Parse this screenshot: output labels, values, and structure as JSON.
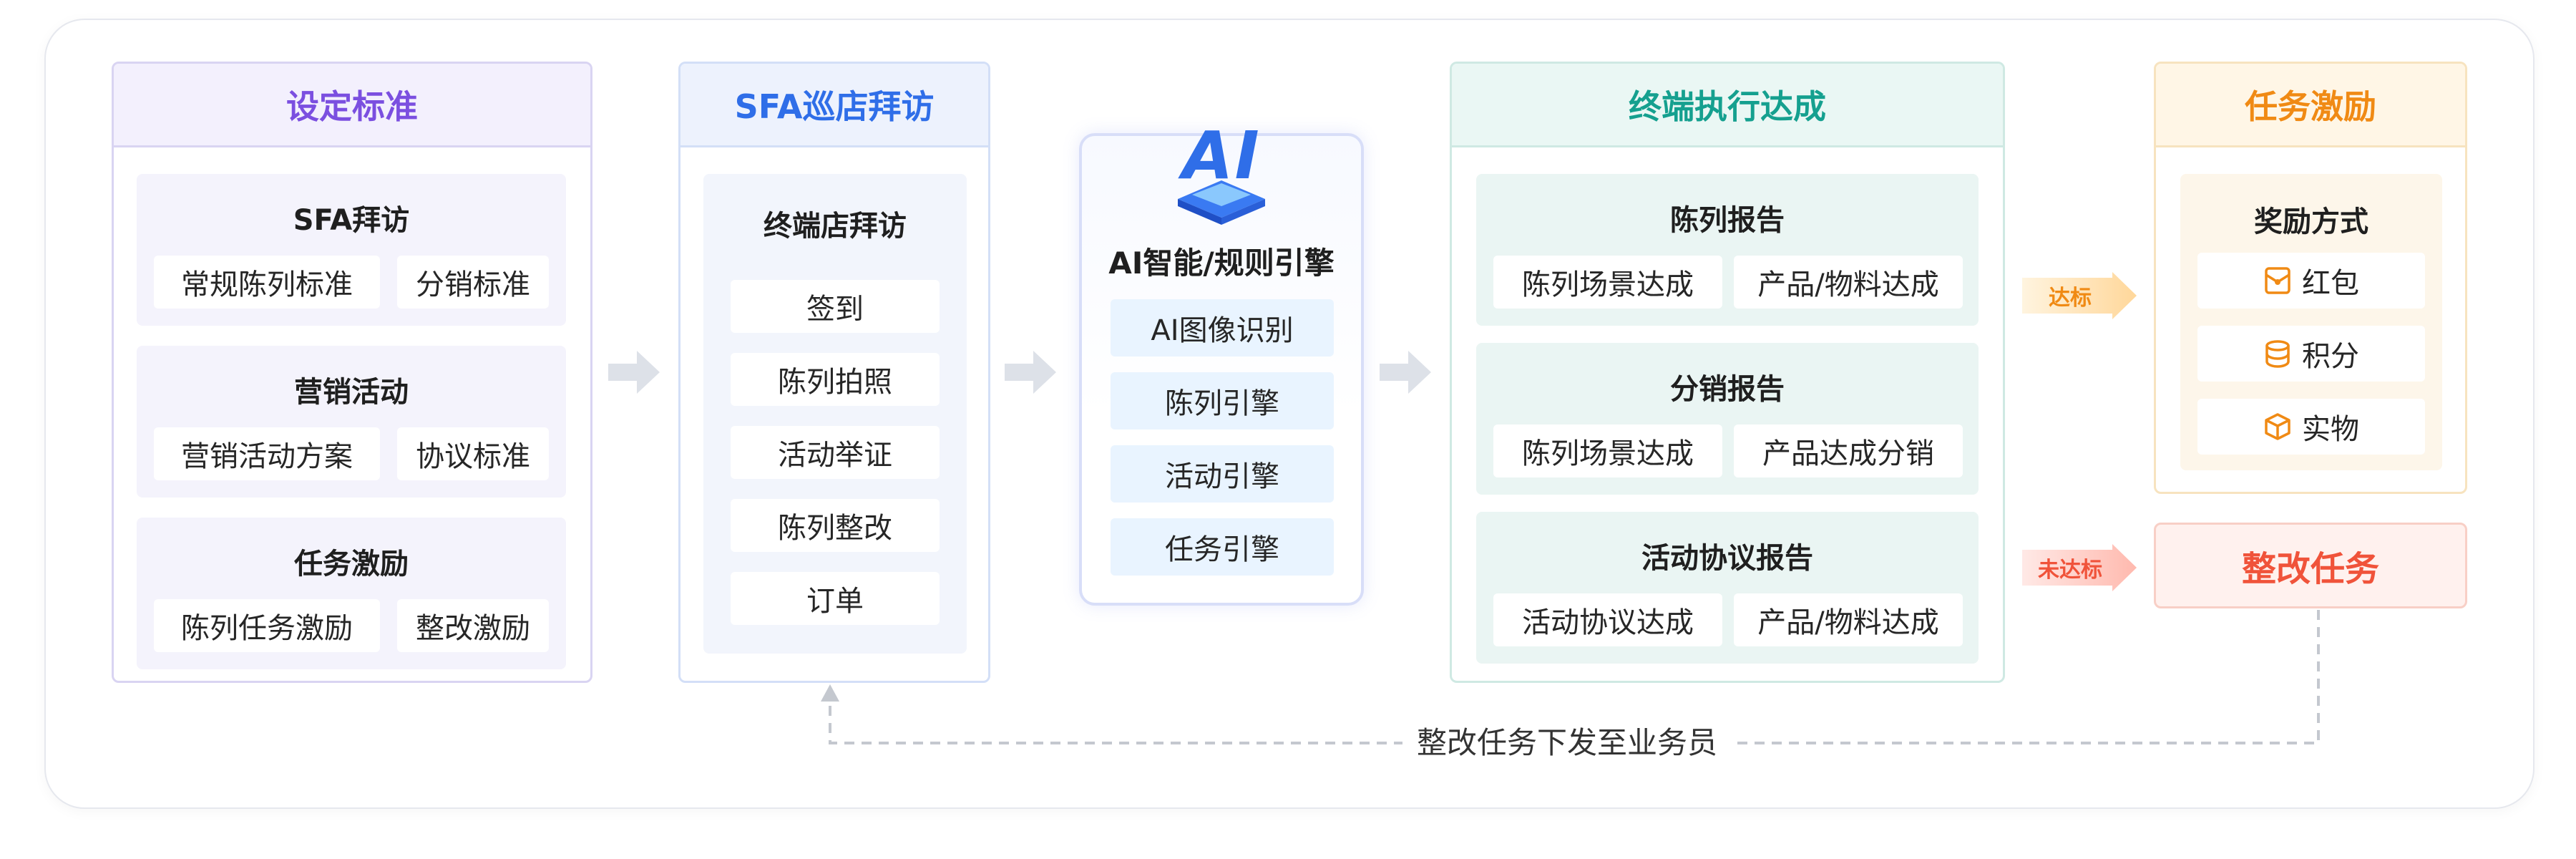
{
  "colors": {
    "purple": "#7b4fe0",
    "blue": "#2f6ee8",
    "teal": "#15a08f",
    "orange": "#f08a14",
    "red": "#f0533a"
  },
  "standards": {
    "title": "设定标准",
    "groups": [
      {
        "title": "SFA拜访",
        "items": [
          "常规陈列标准",
          "分销标准"
        ]
      },
      {
        "title": "营销活动",
        "items": [
          "营销活动方案",
          "协议标准"
        ]
      },
      {
        "title": "任务激励",
        "items": [
          "陈列任务激励",
          "整改激励"
        ]
      }
    ]
  },
  "sfa": {
    "title": "SFA巡店拜访",
    "group_title": "终端店拜访",
    "items": [
      "签到",
      "陈列拍照",
      "活动举证",
      "陈列整改",
      "订单"
    ]
  },
  "engine": {
    "logo_text": "AI",
    "title": "AI智能/规则引擎",
    "items": [
      "AI图像识别",
      "陈列引擎",
      "活动引擎",
      "任务引擎"
    ]
  },
  "execution": {
    "title": "终端执行达成",
    "groups": [
      {
        "title": "陈列报告",
        "items": [
          "陈列场景达成",
          "产品/物料达成"
        ]
      },
      {
        "title": "分销报告",
        "items": [
          "陈列场景达成",
          "产品达成分销"
        ]
      },
      {
        "title": "活动协议报告",
        "items": [
          "活动协议达成",
          "产品/物料达成"
        ]
      }
    ]
  },
  "incentive": {
    "title": "任务激励",
    "group_title": "奖励方式",
    "items": [
      {
        "icon": "red-packet-icon",
        "label": "红包"
      },
      {
        "icon": "coins-icon",
        "label": "积分"
      },
      {
        "icon": "box-icon",
        "label": "实物"
      }
    ]
  },
  "reached_label": "达标",
  "not_reached_label": "未达标",
  "rectify": {
    "title": "整改任务"
  },
  "feedback_label": "整改任务下发至业务员"
}
